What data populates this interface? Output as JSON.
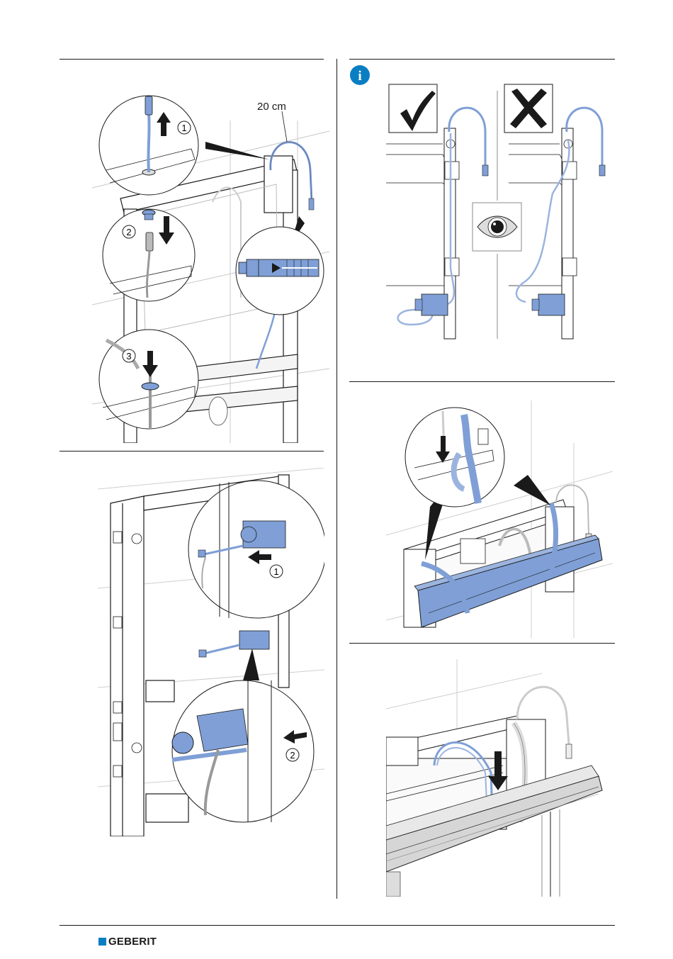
{
  "document": {
    "brand": "GEBERIT",
    "colors": {
      "accent_blue": "#7f9fd6",
      "info_blue": "#0a7ec2",
      "line": "#1a1a1a",
      "frame_gray": "#b5b5b5"
    }
  },
  "panel_top_left": {
    "length_label": "20 cm",
    "steps": [
      "1",
      "2",
      "3"
    ],
    "icons": [
      "arrow-up-icon",
      "arrow-down-icon",
      "arrow-down-icon",
      "connector-marker-icon"
    ]
  },
  "panel_top_right": {
    "info_icon": "i",
    "correct_icon": "check-icon",
    "wrong_icon": "cross-icon",
    "inspect_icon": "eye-icon"
  },
  "panel_bottom_left": {
    "steps": [
      "1",
      "2"
    ],
    "icons": [
      "arrow-left-icon",
      "arrow-left-icon"
    ]
  },
  "panel_mid_right": {
    "icons": [
      "arrow-down-icon"
    ]
  },
  "panel_bottom_right": {
    "icons": [
      "arrow-down-icon"
    ]
  },
  "footer": {
    "logo_text": "GEBERIT"
  }
}
